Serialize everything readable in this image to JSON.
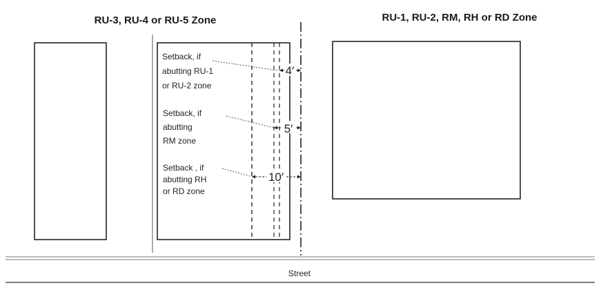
{
  "zones": {
    "left_title": "RU-3, RU-4 or RU-5 Zone",
    "right_title": "RU-1, RU-2, RM, RH or RD Zone"
  },
  "setbacks": [
    {
      "lines": [
        "Setback, if",
        "abutting RU-1",
        "or RU-2  zone"
      ],
      "dimension": "4′",
      "distance_ft": 4
    },
    {
      "lines": [
        "Setback, if",
        "abutting",
        "RM zone"
      ],
      "dimension": "5′",
      "distance_ft": 5
    },
    {
      "lines": [
        "Setback , if",
        "abutting RH",
        "or RD zone"
      ],
      "dimension": "10′",
      "distance_ft": 10
    }
  ],
  "street_label": "Street"
}
